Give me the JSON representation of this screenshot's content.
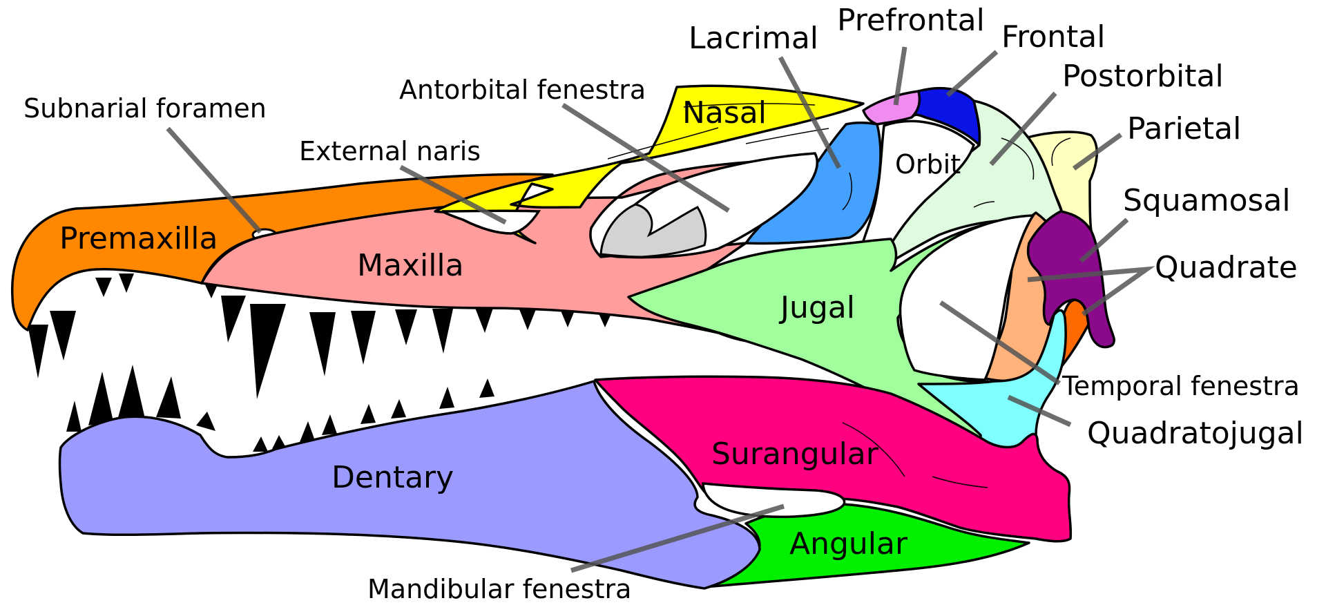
{
  "labels": {
    "premaxilla": "Premaxilla",
    "maxilla": "Maxilla",
    "nasal": "Nasal",
    "lacrimal": "Lacrimal",
    "prefrontal": "Prefrontal",
    "frontal": "Frontal",
    "postorbital": "Postorbital",
    "parietal": "Parietal",
    "squamosal": "Squamosal",
    "quadrate": "Quadrate",
    "jugal": "Jugal",
    "orbit": "Orbit",
    "temporal_fenestra": "Temporal fenestra",
    "quadratojugal": "Quadratojugal",
    "surangular": "Surangular",
    "dentary": "Dentary",
    "angular": "Angular",
    "mandibular_fenestra": "Mandibular fenestra",
    "antorbital_fenestra": "Antorbital fenestra",
    "external_naris": "External naris",
    "subnarial_foramen": "Subnarial foramen"
  },
  "colors": {
    "premaxilla": "#ff8800",
    "maxilla": "#ff9c9c",
    "nasal": "#ffff00",
    "lacrimal": "#44a1ff",
    "prefrontal": "#f08cf0",
    "frontal": "#0a14e6",
    "postorbital": "#e0fae0",
    "parietal": "#ffffc0",
    "squamosal": "#8b0a8b",
    "quadrate": "#ff6a00",
    "jugal": "#a0ff9c",
    "quadratojugal": "#80ffff",
    "temporal_bar": "#ffb27a",
    "surangular": "#ff0080",
    "dentary": "#9b9bff",
    "angular": "#00f000",
    "fenestra_fill": "#d3d3d3"
  }
}
